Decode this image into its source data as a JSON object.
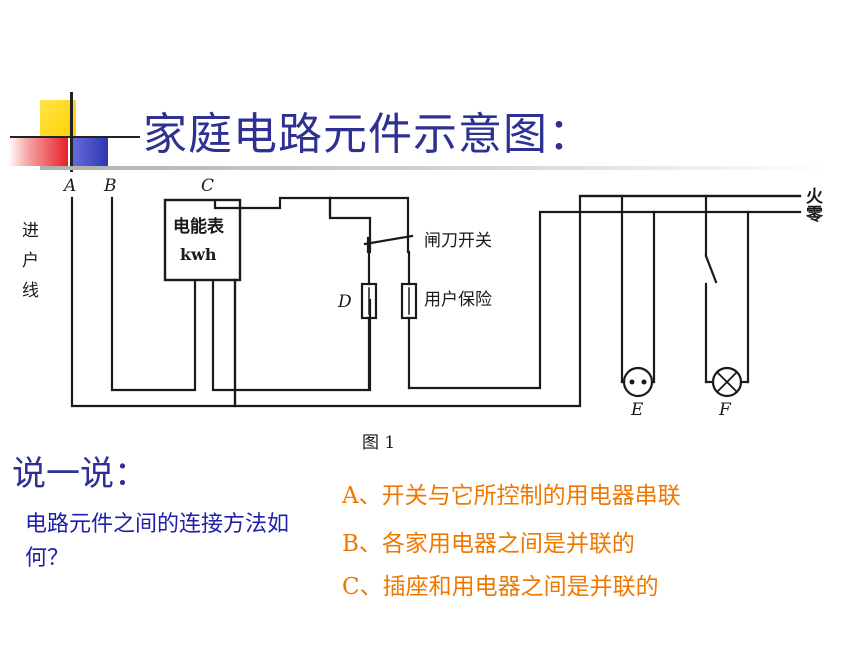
{
  "title": "家庭电路元件示意图：",
  "diagram": {
    "labels": {
      "a": "A",
      "b": "B",
      "c": "C",
      "incoming_line": [
        "进",
        "户",
        "线"
      ],
      "meter_name": "电能表",
      "meter_unit": "kwh",
      "knife_switch": "闸刀开关",
      "user_fuse": "用户保险",
      "d": "D",
      "live": "火",
      "neutral": "零",
      "e": "E",
      "f": "F",
      "figure_caption": "图 1"
    }
  },
  "discussion": {
    "heading": "说一说：",
    "question": "电路元件之间的连接方法如何？",
    "answers": [
      "A、开关与它所控制的用电器串联",
      "B、各家用电器之间是并联的",
      "C、插座和用电器之间是并联的"
    ]
  },
  "colors": {
    "title": "#2e3192",
    "question": "#1f1fa8",
    "answer": "#f07800",
    "deco_yellow": "#ffd700",
    "deco_red": "#e8202a",
    "deco_blue": "#4a50c8"
  }
}
